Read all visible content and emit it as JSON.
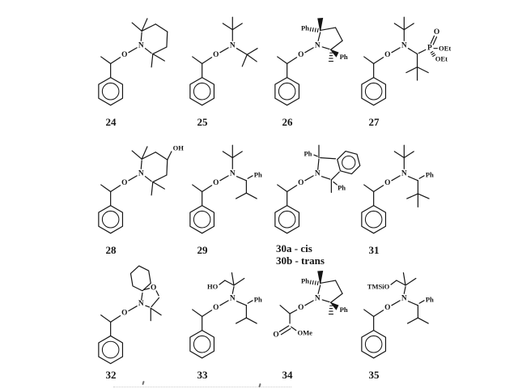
{
  "colors": {
    "ink": "#151515",
    "background": "#ffffff"
  },
  "structures": [
    {
      "caption": "24",
      "atoms": {
        "O": "O",
        "N": "N"
      }
    },
    {
      "caption": "25",
      "atoms": {
        "O": "O",
        "N": "N"
      }
    },
    {
      "caption": "26",
      "atoms": {
        "O": "O",
        "N": "N",
        "ph_top": "Ph",
        "ph_bottom": "Ph"
      }
    },
    {
      "caption": "27",
      "atoms": {
        "O": "O",
        "N": "N",
        "P": "P",
        "O_double": "O",
        "OEt_right": "OEt",
        "OEt_down": "OEt"
      }
    },
    {
      "caption": "28",
      "atoms": {
        "O": "O",
        "N": "N",
        "OH": "OH"
      }
    },
    {
      "caption": "29",
      "atoms": {
        "O": "O",
        "N": "N",
        "Ph": "Ph"
      }
    },
    {
      "caption_line1": "30a - cis",
      "caption_line2": "30b - trans",
      "atoms": {
        "O": "O",
        "N": "N",
        "ph_top": "Ph",
        "ph_bottom": "Ph"
      }
    },
    {
      "caption": "31",
      "atoms": {
        "O": "O",
        "N": "N",
        "Ph": "Ph"
      }
    },
    {
      "caption": "32",
      "atoms": {
        "O": "O",
        "N": "N",
        "O_ring": "O"
      }
    },
    {
      "caption": "33",
      "atoms": {
        "HO": "HO",
        "O": "O",
        "N": "N",
        "Ph": "Ph"
      }
    },
    {
      "caption": "34",
      "atoms": {
        "O": "O",
        "N": "N",
        "O_carbonyl": "O",
        "OMe": "OMe",
        "ph_top": "Ph",
        "ph_bottom": "Ph"
      }
    },
    {
      "caption": "35",
      "atoms": {
        "TMSiO": "TMSiO",
        "O": "O",
        "N": "N",
        "Ph": "Ph"
      }
    }
  ]
}
